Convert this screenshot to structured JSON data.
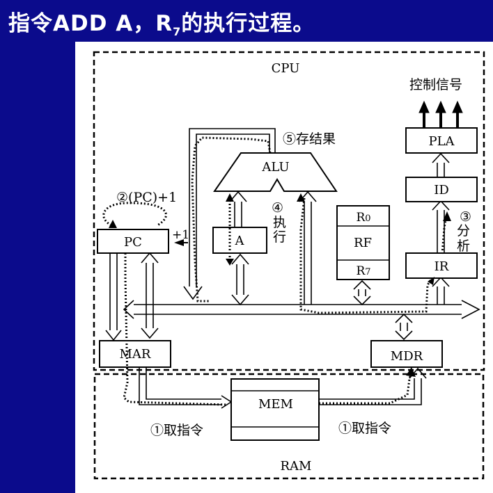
{
  "title": {
    "prefix": "指令ADD  A，R",
    "subscript": "7",
    "suffix": "的执行过程。"
  },
  "regions": {
    "cpu": "CPU",
    "ram": "RAM"
  },
  "blocks": {
    "alu": "ALU",
    "a": "A",
    "pc": "PC",
    "mar": "MAR",
    "mdr": "MDR",
    "ir": "IR",
    "id": "ID",
    "pla": "PLA",
    "mem": "MEM",
    "rf_r0_main": "R",
    "rf_r0_sub": "0",
    "rf": "RF",
    "rf_r7_main": "R",
    "rf_r7_sub": "7"
  },
  "annotations": {
    "control_signals": "控制信号",
    "step1_left": "①取指令",
    "step1_right": "①取指令",
    "step2": "②(PC)+1",
    "plus_one": "+1",
    "step3_num": "③",
    "step3_c1": "分",
    "step3_c2": "析",
    "step4_num": "④",
    "step4_c1": "执",
    "step4_c2": "行",
    "step5": "⑤存结果"
  },
  "colors": {
    "background": "#0b0b8c",
    "panel": "#ffffff",
    "title_text": "#ffffff",
    "line": "#000000"
  }
}
